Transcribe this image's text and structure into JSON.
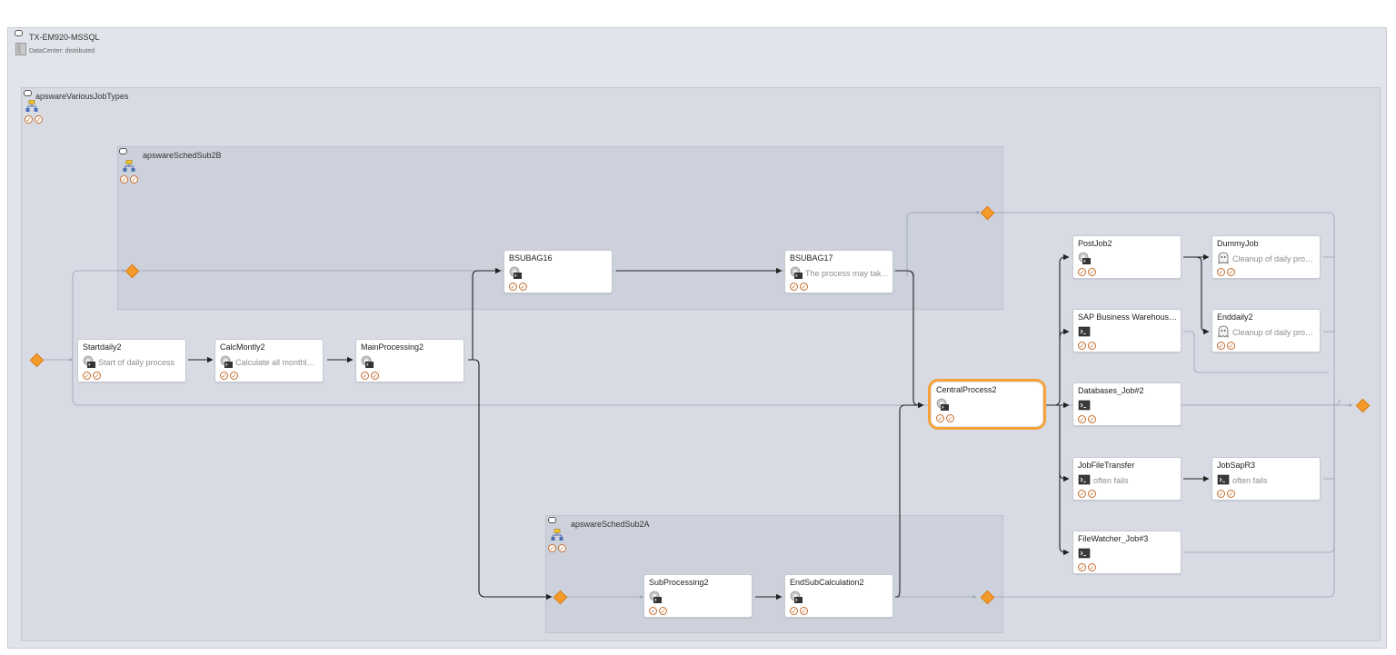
{
  "groups": {
    "outer": {
      "name": "TX-EM920-MSSQL",
      "subtitle": "DataCenter: distributed"
    },
    "various": {
      "name": "apswareVariousJobTypes"
    },
    "sub2b": {
      "name": "apswareSchedSub2B"
    },
    "sub2a": {
      "name": "apswareSchedSub2A"
    }
  },
  "jobs": {
    "startdaily2": {
      "name": "Startdaily2",
      "desc": "Start of daily process",
      "icon": "gear-terminal-icon"
    },
    "calcmontly2": {
      "name": "CalcMontly2",
      "desc": "Calculate all monthl…",
      "icon": "gear-terminal-icon"
    },
    "mainprocessing2": {
      "name": "MainProcessing2",
      "desc": "",
      "icon": "gear-terminal-icon"
    },
    "bsubag16": {
      "name": "BSUBAG16",
      "desc": "",
      "icon": "gear-terminal-icon"
    },
    "bsubag17": {
      "name": "BSUBAG17",
      "desc": "The process may tak…",
      "icon": "gear-terminal-icon"
    },
    "centralprocess2": {
      "name": "CentralProcess2",
      "desc": "",
      "icon": "gear-terminal-icon"
    },
    "postjob2": {
      "name": "PostJob2",
      "desc": "",
      "icon": "gear-terminal-icon"
    },
    "sapbw": {
      "name": "SAP Business Warehous…",
      "desc": "",
      "icon": "terminal-icon"
    },
    "databasesjob2": {
      "name": "Databases_Job#2",
      "desc": "",
      "icon": "terminal-icon"
    },
    "jobfiletransfer": {
      "name": "JobFileTransfer",
      "desc": "often fails",
      "icon": "terminal-icon"
    },
    "filewatcher3": {
      "name": "FileWatcher_Job#3",
      "desc": "",
      "icon": "terminal-icon"
    },
    "dummyjob": {
      "name": "DummyJob",
      "desc": "Cleanup of daily pro…",
      "icon": "ghost-icon"
    },
    "enddaily2": {
      "name": "Enddaily2",
      "desc": "Cleanup of daily pro…",
      "icon": "ghost-icon"
    },
    "jobsapr3": {
      "name": "JobSapR3",
      "desc": "often fails",
      "icon": "terminal-icon"
    },
    "subprocessing2": {
      "name": "SubProcessing2",
      "desc": "",
      "icon": "gear-terminal-icon"
    },
    "endsubcalculation2": {
      "name": "EndSubCalculation2",
      "desc": "",
      "icon": "gear-terminal-icon"
    }
  },
  "colors": {
    "accent_orange": "#f5a23a",
    "diamond": "#f59b2b",
    "check": "#c46d2c",
    "edge": "#222222",
    "edge_light": "#9aa1b3"
  },
  "selected_job": "CentralProcess2"
}
